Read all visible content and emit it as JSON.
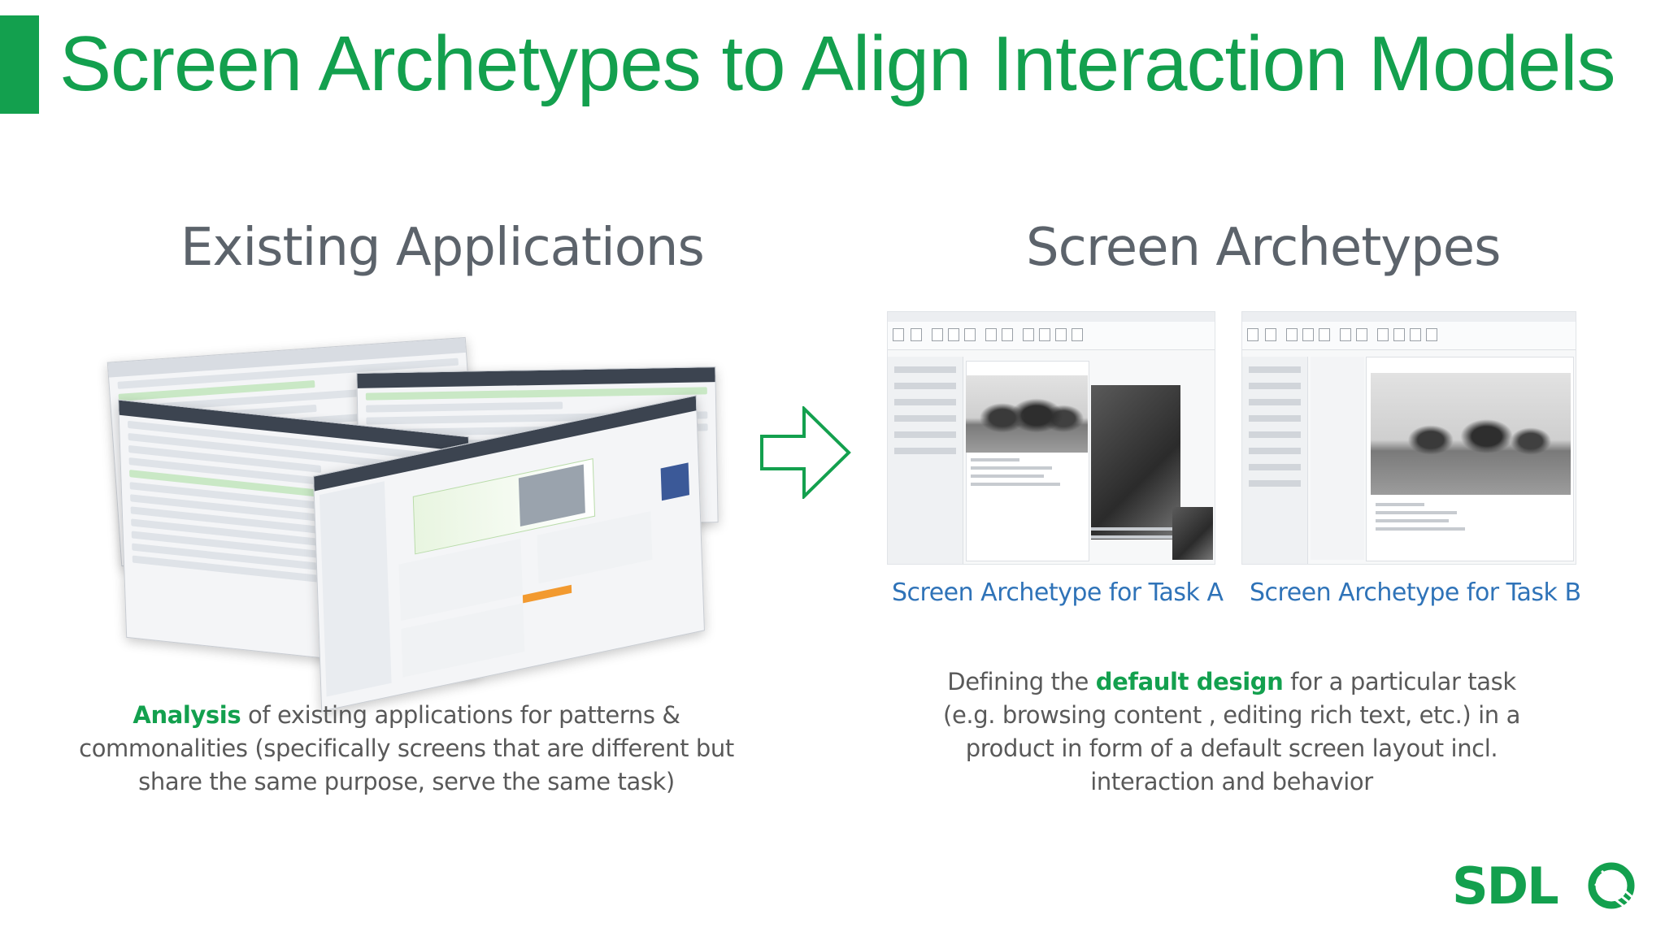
{
  "slide": {
    "title": "Screen Archetypes to Align Interaction Models",
    "accent_color": "#13a04e",
    "caption_color": "#2f73b8",
    "text_color": "#595959"
  },
  "left_section": {
    "heading": "Existing Applications",
    "image_icon": "application-screenshots-collage",
    "description": {
      "line1_bold": "Analysis",
      "line1_rest": " of existing applications for patterns &",
      "line2": "commonalities (specifically screens that are different but",
      "line3": "share the same purpose, serve the same task)"
    }
  },
  "arrow_icon": "hollow-right-arrow-icon",
  "right_section": {
    "heading": "Screen Archetypes",
    "archetype_a": {
      "caption": "Screen Archetype for Task A"
    },
    "archetype_b": {
      "caption": "Screen Archetype for Task B"
    },
    "description": {
      "line1_pre": "Defining the ",
      "line1_bold": "default design",
      "line1_post": " for a particular task",
      "line2": "(e.g. browsing content , editing  rich text, etc.) in a",
      "line3": "product in form of a default screen layout incl.",
      "line4": "interaction and behavior"
    }
  },
  "logo": {
    "text": "SDL",
    "icon": "sdl-logo-icon"
  }
}
